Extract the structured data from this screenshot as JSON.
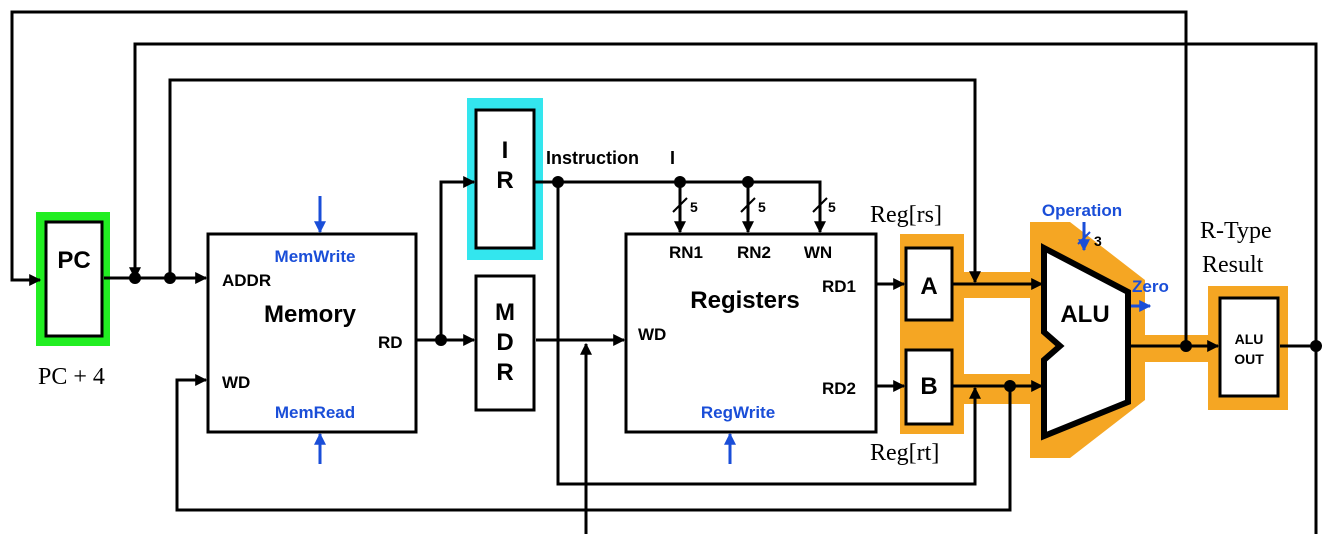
{
  "components": {
    "pc": "PC",
    "memory": {
      "title": "Memory",
      "addr": "ADDR",
      "wd": "WD",
      "rd": "RD",
      "mem_write": "MemWrite",
      "mem_read": "MemRead"
    },
    "ir": {
      "line1": "I",
      "line2": "R"
    },
    "mdr": {
      "line1": "M",
      "line2": "D",
      "line3": "R"
    },
    "registers": {
      "title": "Registers",
      "rn1": "RN1",
      "rn2": "RN2",
      "wn": "WN",
      "rd1": "RD1",
      "rd2": "RD2",
      "wd": "WD",
      "reg_write": "RegWrite"
    },
    "reg_a": "A",
    "reg_b": "B",
    "alu": "ALU",
    "alu_out": {
      "line1": "ALU",
      "line2": "OUT"
    }
  },
  "labels": {
    "instruction": "Instruction",
    "i": "I",
    "bus5_1": "5",
    "bus5_2": "5",
    "bus5_3": "5",
    "operation": "Operation",
    "op_width": "3",
    "zero": "Zero",
    "reg_rs": "Reg[rs]",
    "reg_rt": "Reg[rt]",
    "r_type_1": "R-Type",
    "r_type_2": "Result",
    "pc_plus_4": "PC + 4"
  },
  "colors": {
    "pc_highlight": "#22ee22",
    "ir_highlight": "#33e6ee",
    "path_highlight": "#f5a623",
    "control_blue": "#1a4ed8",
    "wire": "#000000"
  }
}
